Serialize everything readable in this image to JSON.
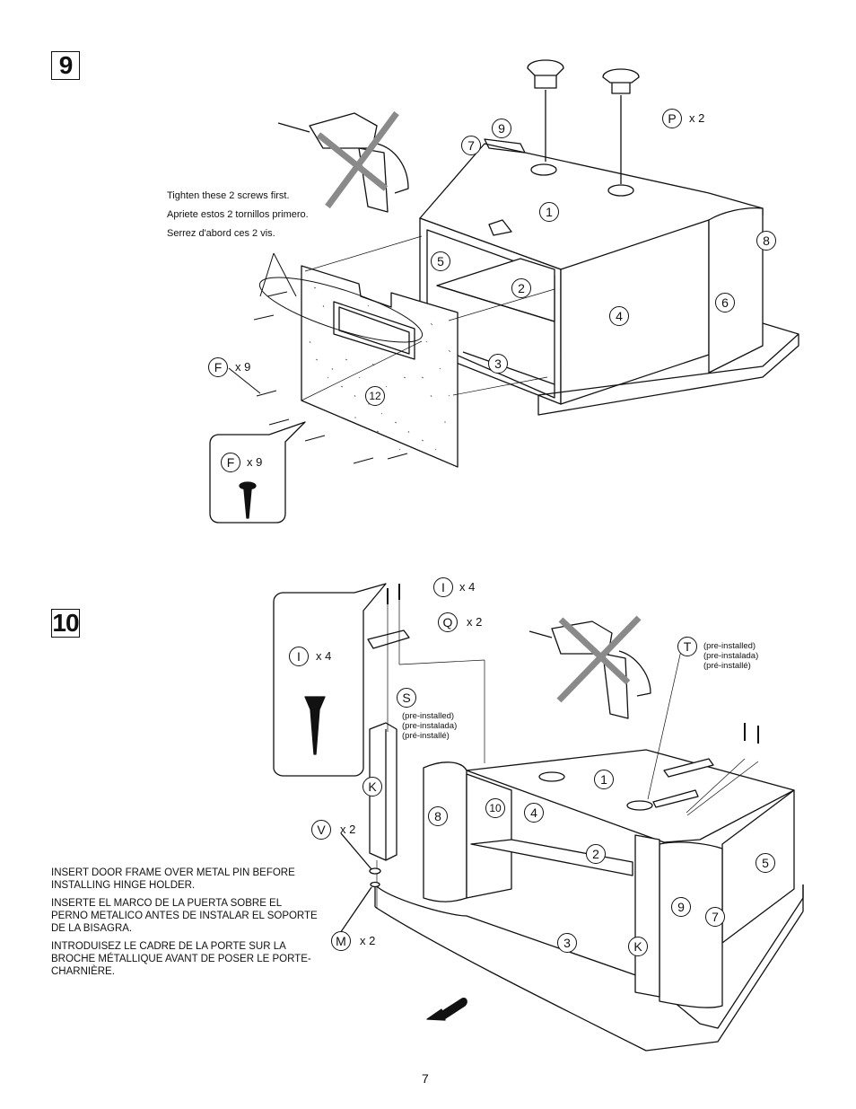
{
  "page_number": "7",
  "step9": {
    "number": "9",
    "note_lines": [
      "Tighten these 2 screws first.",
      "Apriete estos 2 tornillos primero.",
      "Serrez d'abord ces 2 vis."
    ],
    "parts": [
      {
        "id": "P",
        "qty": "x 2"
      },
      {
        "id": "F",
        "qty": "x 9"
      }
    ],
    "inset": {
      "id": "F",
      "qty": "x 9"
    },
    "panel_labels": [
      "1",
      "2",
      "3",
      "4",
      "5",
      "6",
      "7",
      "8",
      "9",
      "12"
    ]
  },
  "step10": {
    "number": "10",
    "instructions": [
      "INSERT DOOR FRAME OVER METAL PIN BEFORE INSTALLING HINGE HOLDER.",
      "INSERTE EL MARCO DE LA PUERTA SOBRE EL PERNO METALICO ANTES DE INSTALAR EL SOPORTE DE LA BISAGRA.",
      "INTRODUISEZ LE CADRE DE LA PORTE SUR LA BROCHE MÉTALLIQUE AVANT DE POSER LE PORTE-CHARNIÈRE."
    ],
    "parts": [
      {
        "id": "I",
        "qty": "x 4"
      },
      {
        "id": "Q",
        "qty": "x 2"
      },
      {
        "id": "V",
        "qty": "x 2"
      },
      {
        "id": "M",
        "qty": "x 2"
      }
    ],
    "inset": {
      "id": "I",
      "qty": "x 4"
    },
    "pre_installed_S": {
      "id": "S",
      "lines": [
        "(pre-installed)",
        "(pre-instalada)",
        "(pré-installé)"
      ]
    },
    "pre_installed_T": {
      "id": "T",
      "lines": [
        "(pre-installed)",
        "(pre-instalada)",
        "(pré-installé)"
      ]
    },
    "panel_labels": [
      "1",
      "2",
      "3",
      "4",
      "5",
      "7",
      "8",
      "9",
      "10",
      "K",
      "K"
    ]
  },
  "colors": {
    "ink": "#111111",
    "cross": "#8a8a8a",
    "panel": "#ffffff"
  }
}
